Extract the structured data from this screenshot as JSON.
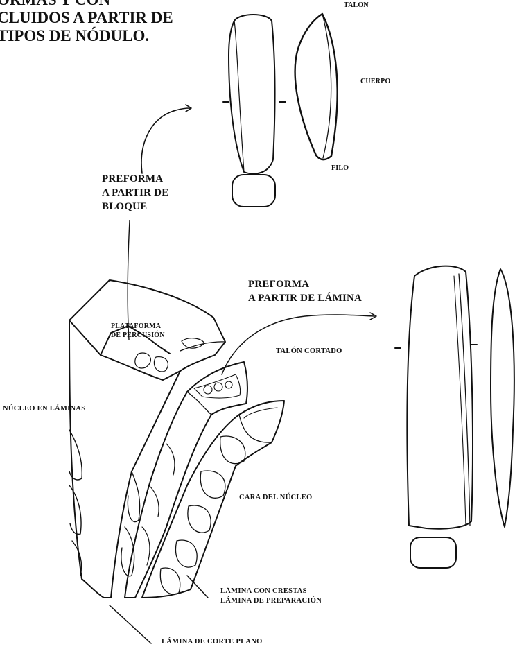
{
  "title_lines": [
    "ORMAS Y CON",
    "CLUIDOS A PARTIR DE",
    "TIPOS DE NÓDULO."
  ],
  "labels": {
    "talon": "TALON",
    "cuerpo": "CUERPO",
    "filo": "FILO",
    "preforma_bloque": [
      "PREFORMA",
      "A PARTIR DE",
      "BLOQUE"
    ],
    "preforma_lamina": [
      "PREFORMA",
      "A PARTIR DE LÁMINA"
    ],
    "plataforma": [
      "PLATAFORMA",
      "DE PERCUSIÓN"
    ],
    "talon_cortado": "TALÓN CORTADO",
    "nucleo_laminas": "NÚCLEO EN LÁMINAS",
    "cara_nucleo": "CARA DEL NÚCLEO",
    "lamina_crestas": "LÁMINA CON CRESTAS",
    "lamina_preparacion": "LÁMINA DE PREPARACIÓN",
    "lamina_corte_plano": "LÁMINA DE CORTE PLANO"
  },
  "colors": {
    "ink": "#111111",
    "paper": "#ffffff"
  }
}
